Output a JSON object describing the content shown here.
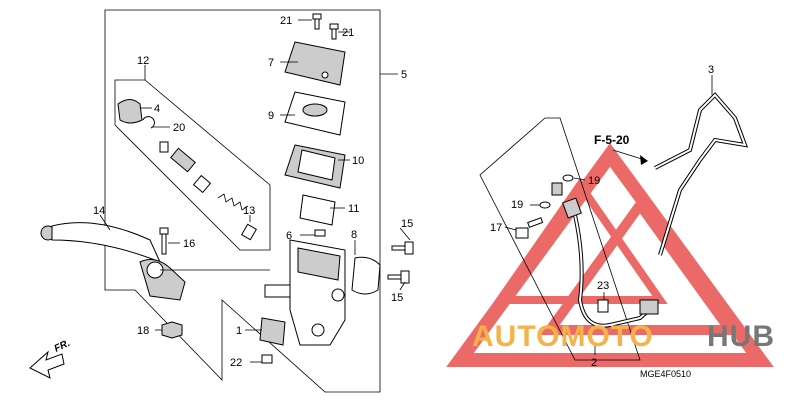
{
  "diagram": {
    "labels": {
      "p21a": "21",
      "p21b": "21",
      "p7": "7",
      "p5": "5",
      "p12": "12",
      "p4": "4",
      "p20": "20",
      "p9": "9",
      "p10": "10",
      "p11": "11",
      "p13": "13",
      "p14": "14",
      "p16": "16",
      "p6": "6",
      "p8": "8",
      "p15a": "15",
      "p15b": "15",
      "p18": "18",
      "p1": "1",
      "p22": "22",
      "p3": "3",
      "p19a": "19",
      "p19b": "19",
      "p17": "17",
      "p23": "23",
      "p2": "2"
    },
    "ref_label": "F-5-20",
    "direction_label": "FR.",
    "diagram_code": "MGE4F0510"
  },
  "watermark": {
    "text_auto": "AUTOMOTO",
    "text_hub": "HUB",
    "color_primary": "#f5b24a",
    "color_secondary": "#777777",
    "color_triangle": "#e53935"
  }
}
